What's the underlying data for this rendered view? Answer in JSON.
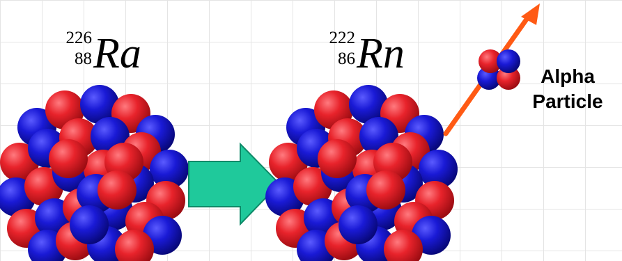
{
  "parent": {
    "mass_number": "226",
    "atomic_number": "88",
    "symbol": "Ra"
  },
  "daughter": {
    "mass_number": "222",
    "atomic_number": "86",
    "symbol": "Rn"
  },
  "alpha_label": {
    "line1": "Alpha",
    "line2": "Particle"
  },
  "colors": {
    "proton": "#e8232b",
    "neutron": "#1a1ad6",
    "reaction_arrow": "#1fc99b",
    "emission_arrow": "#ff5a14"
  }
}
